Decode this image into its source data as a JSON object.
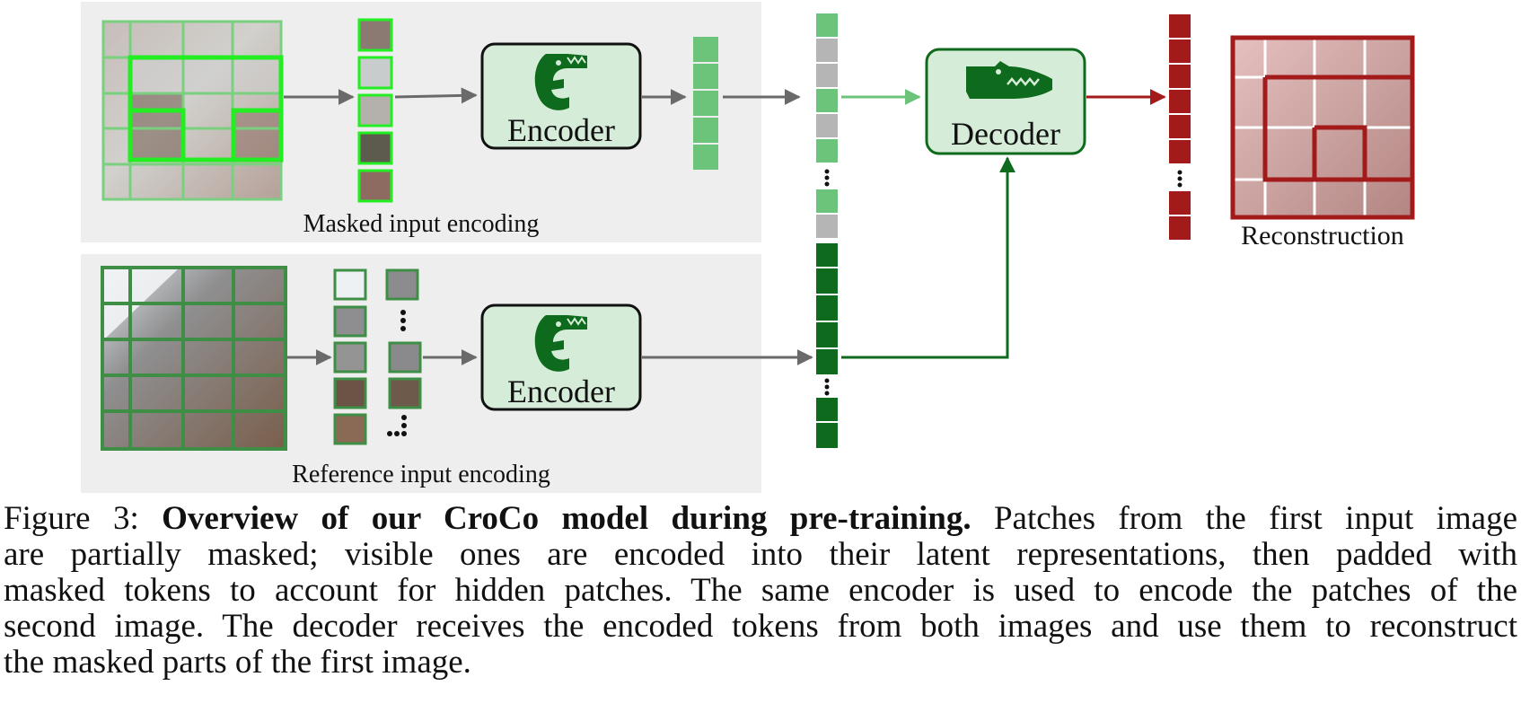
{
  "panels": {
    "masked": {
      "label": "Masked input encoding"
    },
    "reference": {
      "label": "Reference input encoding"
    }
  },
  "blocks": {
    "encoder_top": {
      "label": "Encoder"
    },
    "encoder_bottom": {
      "label": "Encoder"
    },
    "decoder": {
      "label": "Decoder"
    }
  },
  "reconstruction": {
    "label": "Reconstruction"
  },
  "colors": {
    "panel_bg": "#eeeeee",
    "light_green": "#6cc47b",
    "bright_green": "#22ee22",
    "dark_green": "#0e6a1c",
    "block_fill": "#d5edd8",
    "gray_token": "#b5b5b5",
    "red": "#a31a1a",
    "arrow_gray": "#6a6a6a"
  },
  "icons": {
    "encoder": "crocodile-head-up-icon",
    "decoder": "crocodile-head-side-icon"
  },
  "caption": {
    "prefix": "Figure 3:",
    "bold": "Overview of our CroCo model during pre-training.",
    "line1_rest": "Patches from the first input image",
    "line2": "are partially masked; visible ones are encoded into their latent representations, then padded with",
    "line3": "masked tokens to account for hidden patches. The same encoder is used to encode the patches of the",
    "line4": "second image. The decoder receives the encoded tokens from both images and use them to reconstruct",
    "line5": "the masked parts of the first image."
  }
}
